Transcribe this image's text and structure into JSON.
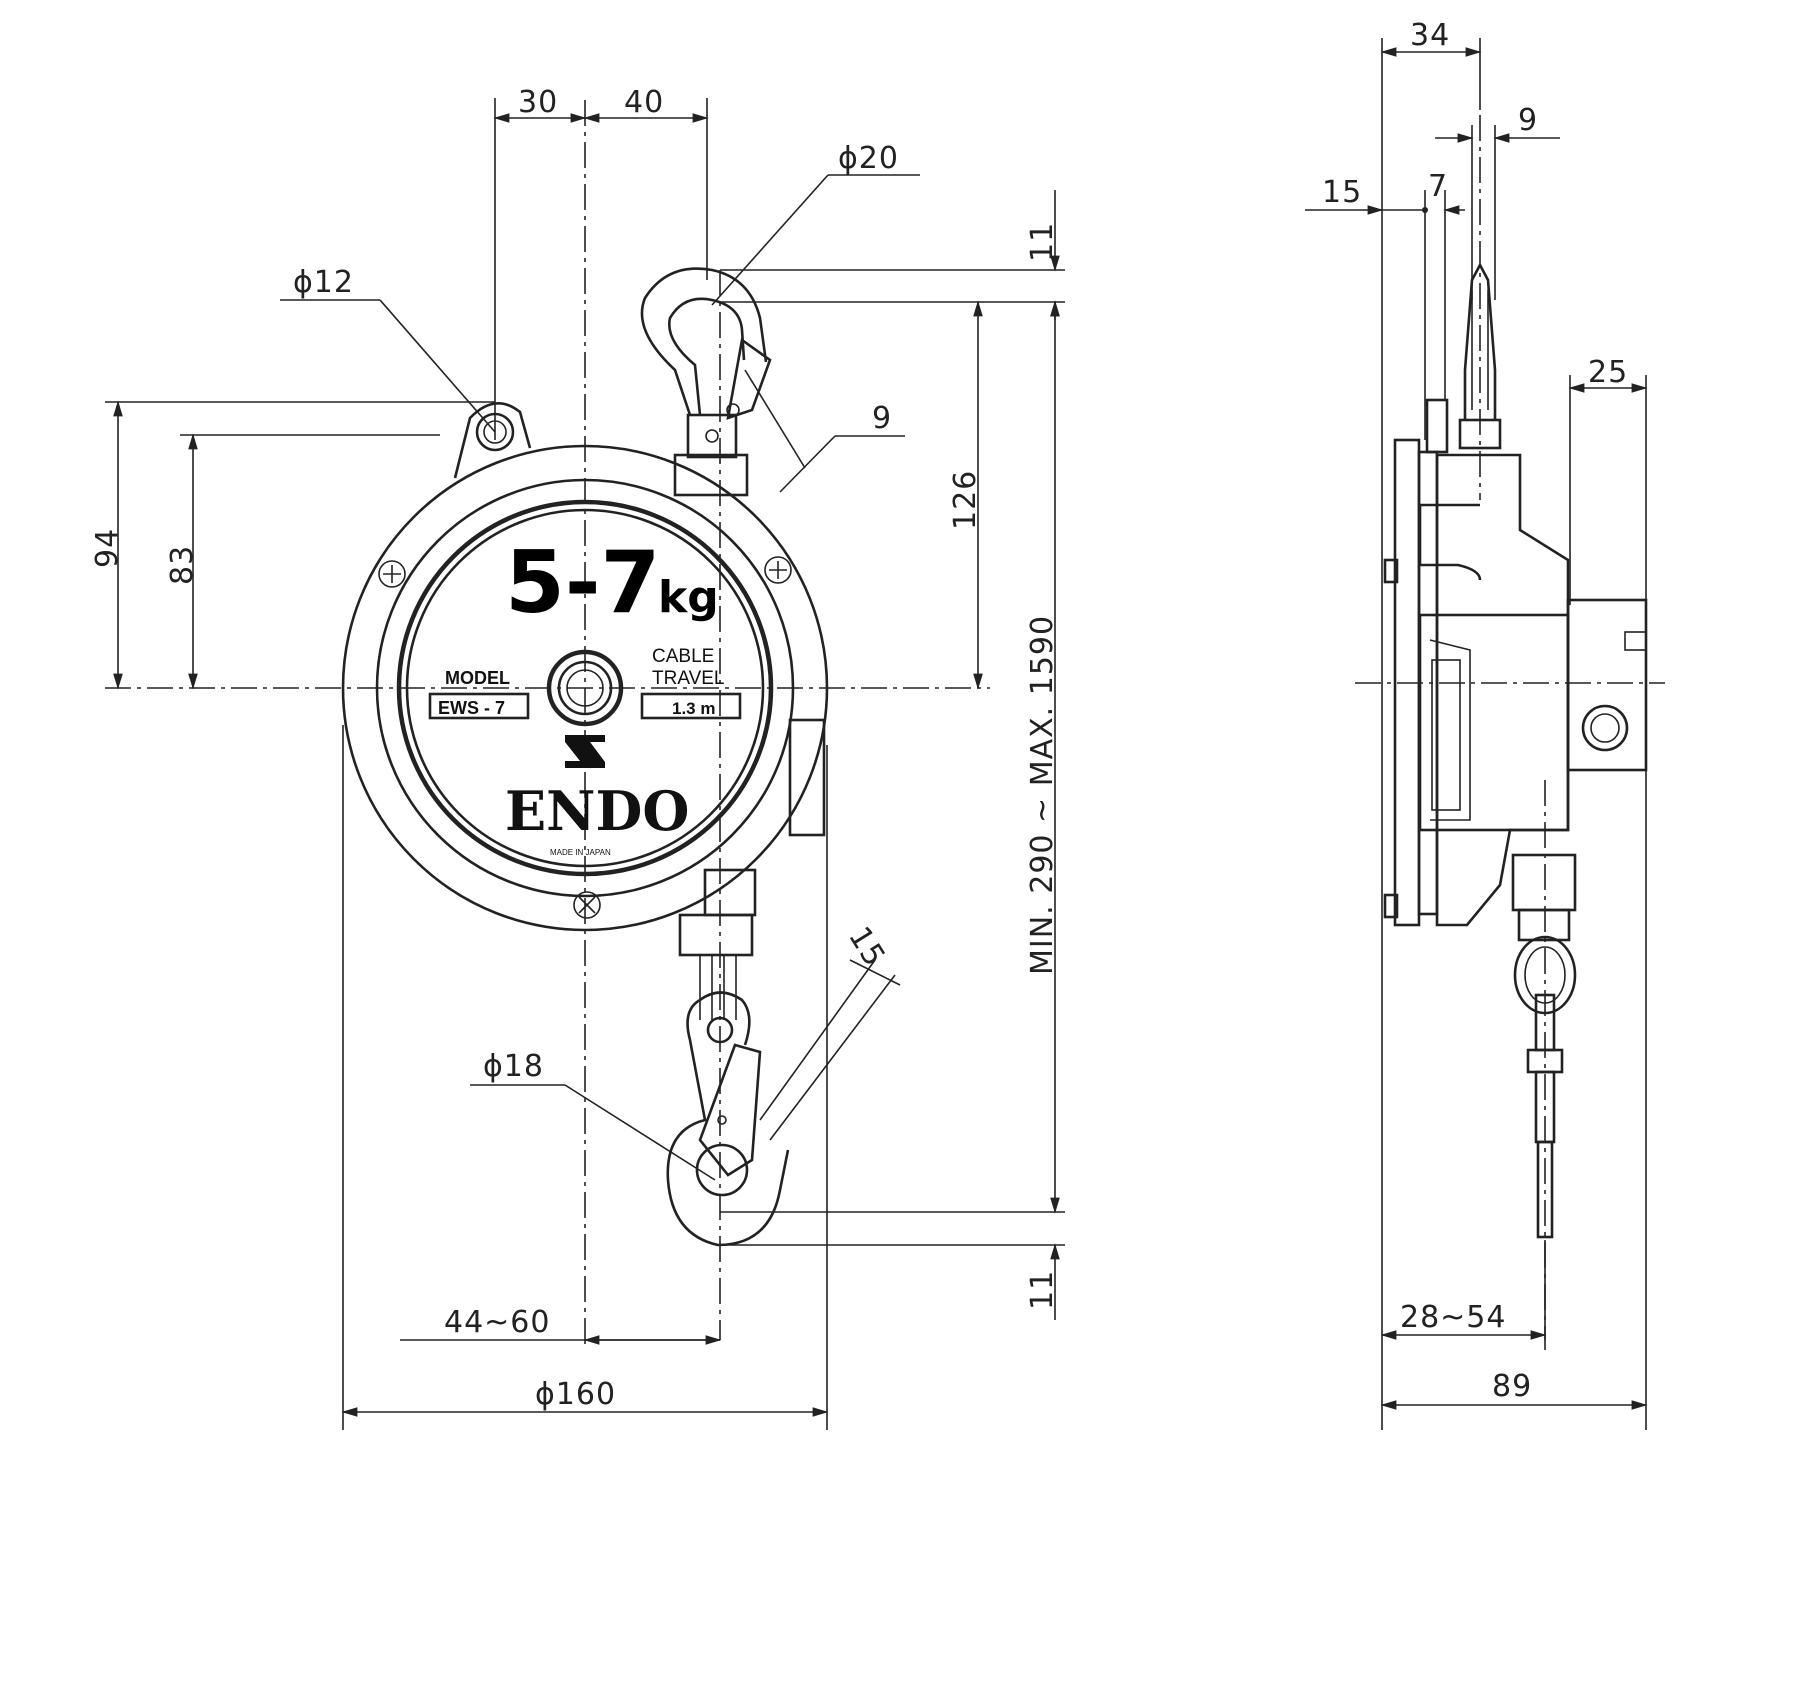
{
  "front_view": {
    "capacity_main": "5-7",
    "capacity_unit": "kg",
    "model_label": "MODEL",
    "model_value": "EWS - 7",
    "cable_label_1": "CABLE",
    "cable_label_2": "TRAVEL",
    "cable_value": "1.3 m",
    "brand": "ENDO",
    "made_in": "MADE IN JAPAN",
    "dimensions": {
      "d30": "30",
      "d40": "40",
      "phi20": "ϕ20",
      "phi12": "ϕ12",
      "d11_top": "11",
      "d9": "9",
      "d126": "126",
      "d94": "94",
      "d83": "83",
      "range_length": "MIN. 290 ~ MAX. 1590",
      "d15": "15",
      "phi18": "ϕ18",
      "d11_bottom": "11",
      "d44_60": "44~60",
      "phi160": "ϕ160"
    }
  },
  "side_view": {
    "dimensions": {
      "d34": "34",
      "d9": "9",
      "d15": "15",
      "d7": "7",
      "d25": "25",
      "d28_54": "28~54",
      "d89": "89"
    }
  }
}
